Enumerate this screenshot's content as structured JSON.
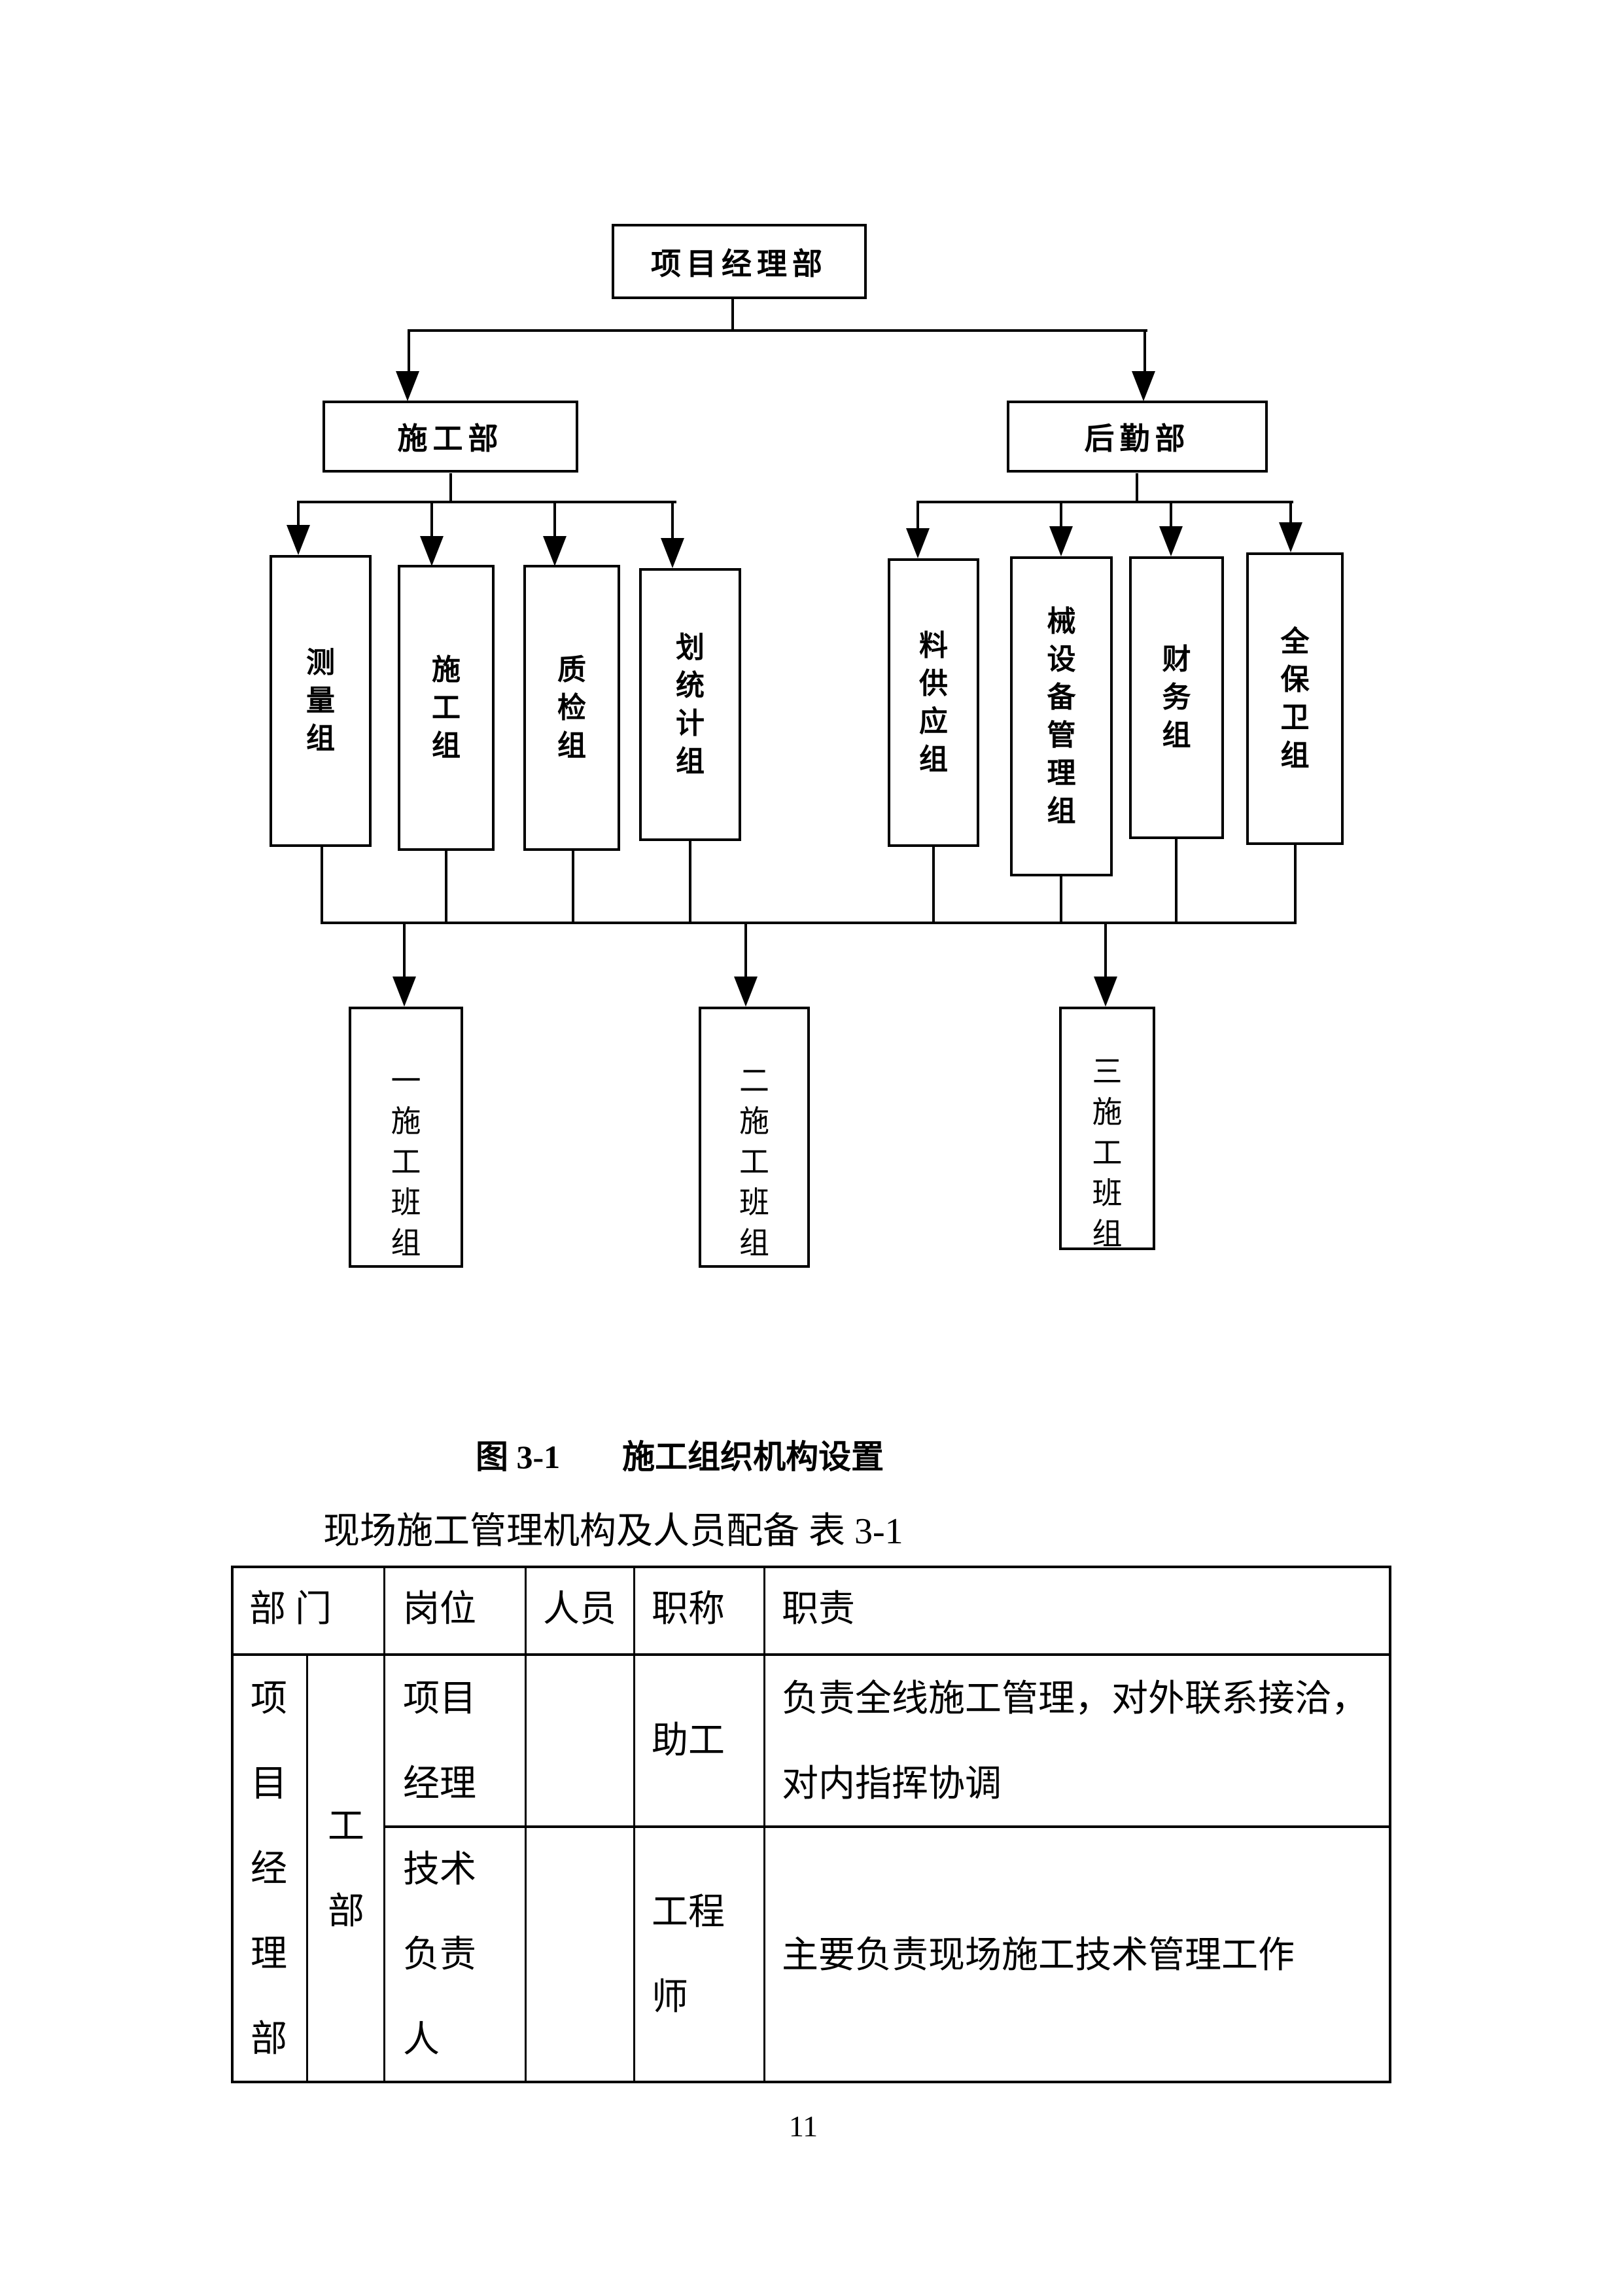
{
  "figure": {
    "caption": {
      "label": "图 3-1",
      "title": "施工组织机构设置"
    },
    "root": "项目经理部",
    "departments": {
      "construction": "施工部",
      "logistics": "后勤部"
    },
    "construction_groups": [
      "测量组",
      "施工组",
      "质检组",
      "划统计组"
    ],
    "logistics_groups": [
      "料供应组",
      "械设备管理组",
      "财务组",
      "全保卫组"
    ],
    "crews": [
      "一施工班组",
      "二施工班组",
      "三施工班组"
    ]
  },
  "intro": {
    "text": "现场施工管理机构及人员配备 表 3-1"
  },
  "table": {
    "headers": {
      "department": "部 门",
      "post": "岗位",
      "personnel": "人员",
      "title": "职称",
      "duty": "职责"
    },
    "department_group": "项目经理部",
    "department_sub": "工部",
    "rows": [
      {
        "post_lines": [
          "项目",
          "经理"
        ],
        "personnel": "",
        "title_lines": [
          "助工"
        ],
        "duty_lines": [
          "负责全线施工管理，对外联系接洽，",
          "对内指挥协调"
        ]
      },
      {
        "post_lines": [
          "技术",
          "负责",
          "人"
        ],
        "personnel": "",
        "title_lines": [
          "工程",
          "师"
        ],
        "duty_lines": [
          "主要负责现场施工技术管理工作"
        ]
      }
    ]
  },
  "page": {
    "number": "11"
  }
}
